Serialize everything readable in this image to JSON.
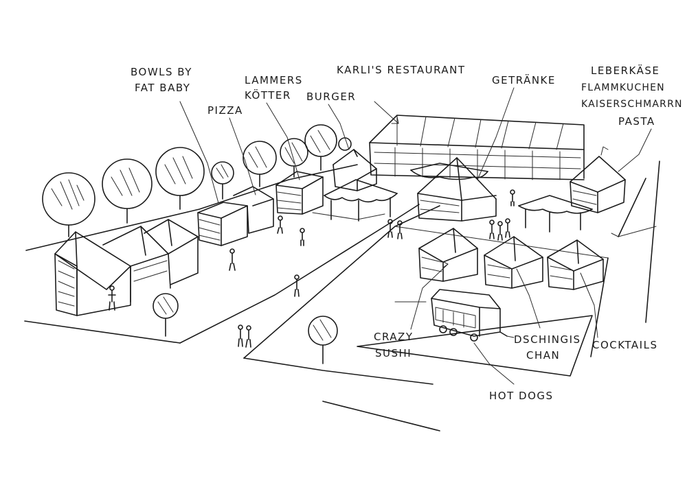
{
  "labels": {
    "bowls_line1": "BOWLS BY",
    "bowls_line2": "FAT BABY",
    "pizza": "PIZZA",
    "lammers_line1": "LAMMERS",
    "lammers_line2": "KÖTTER",
    "burger": "BURGER",
    "karlis": "KARLI'S RESTAURANT",
    "getraenke": "GETRÄNKE",
    "menu_line1": "LEBERKÄSE",
    "menu_line2": "FLAMMKUCHEN",
    "menu_line3": "KAISERSCHMARRN",
    "menu_line4": "PASTA",
    "crazy_line1": "CRAZY",
    "crazy_line2": "SUSHI",
    "dschingis_line1": "DSCHINGIS",
    "dschingis_line2": "CHAN",
    "cocktails": "COCKTAILS",
    "hotdogs": "HOT DOGS"
  }
}
